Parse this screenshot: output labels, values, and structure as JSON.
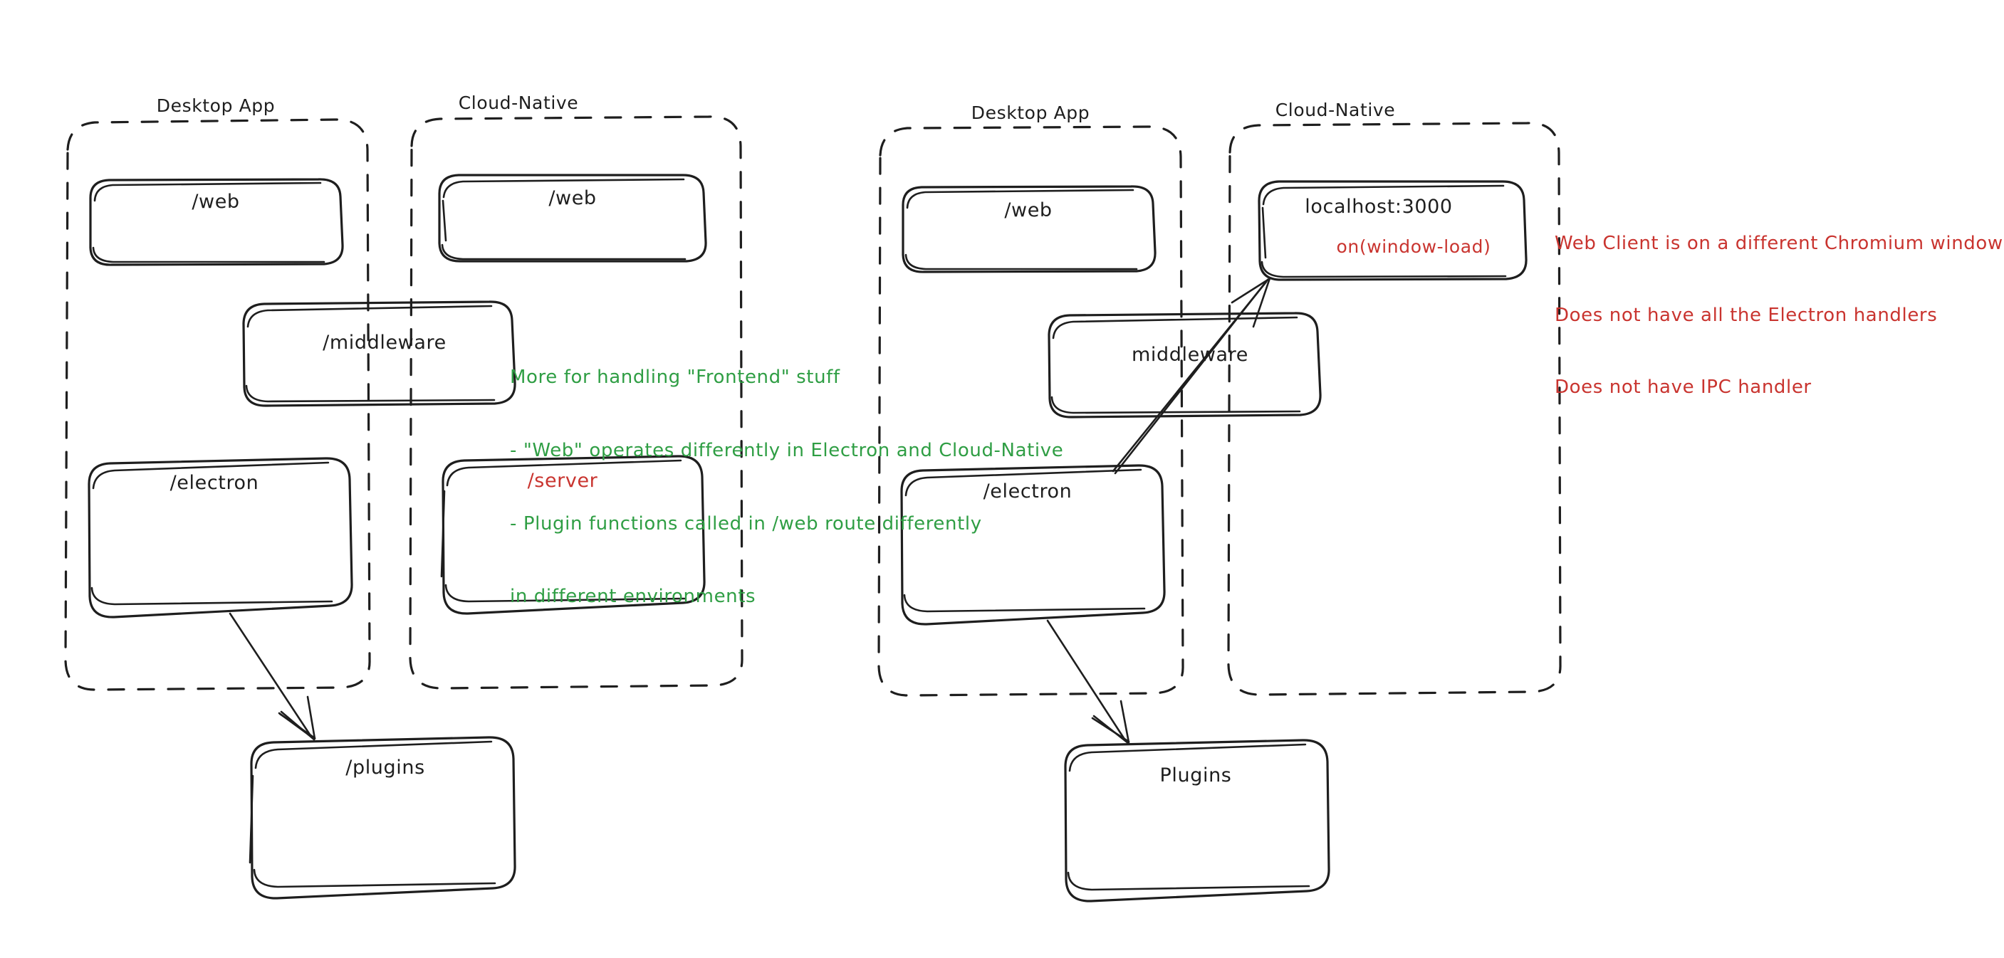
{
  "diagram": {
    "title": "Electron vs Cloud-Native architecture sketch",
    "style": "hand-drawn",
    "colors": {
      "stroke": "#1e1e1e",
      "green_note": "#2f9e44",
      "red_note": "#c9342f",
      "background": "#ffffff"
    }
  },
  "panels": [
    {
      "id": "left",
      "groups": [
        {
          "id": "left-desktop",
          "label": "Desktop App",
          "nodes": [
            {
              "id": "left-desktop-web",
              "label": "/web",
              "color": "stroke"
            },
            {
              "id": "left-desktop-electron",
              "label": "/electron",
              "color": "stroke"
            }
          ]
        },
        {
          "id": "left-cloud",
          "label": "Cloud-Native",
          "nodes": [
            {
              "id": "left-cloud-web",
              "label": "/web",
              "color": "stroke"
            },
            {
              "id": "left-cloud-server",
              "label": "/server",
              "color": "red"
            }
          ]
        }
      ],
      "shared_nodes": [
        {
          "id": "left-middleware",
          "label": "/middleware",
          "color": "stroke"
        }
      ],
      "outside_nodes": [
        {
          "id": "left-plugins",
          "label": "/plugins",
          "color": "stroke"
        }
      ],
      "arrows": [
        {
          "id": "left-electron-to-plugins",
          "from": "left-desktop-electron",
          "to": "left-plugins"
        }
      ]
    },
    {
      "id": "right",
      "groups": [
        {
          "id": "right-desktop",
          "label": "Desktop App",
          "nodes": [
            {
              "id": "right-desktop-web",
              "label": "/web",
              "color": "stroke"
            },
            {
              "id": "right-desktop-electron",
              "label": "/electron",
              "color": "stroke"
            }
          ]
        },
        {
          "id": "right-cloud",
          "label": "Cloud-Native",
          "nodes": [
            {
              "id": "right-cloud-localhost",
              "label": "localhost:3000",
              "sublabel": "on(window-load)",
              "sublabel_color": "red",
              "color": "stroke"
            }
          ]
        }
      ],
      "shared_nodes": [
        {
          "id": "right-middleware",
          "label": "middleware",
          "color": "stroke"
        }
      ],
      "outside_nodes": [
        {
          "id": "right-plugins",
          "label": "Plugins",
          "color": "stroke"
        }
      ],
      "arrows": [
        {
          "id": "right-electron-to-plugins",
          "from": "right-desktop-electron",
          "to": "right-plugins"
        },
        {
          "id": "right-electron-to-localhost",
          "from": "right-desktop-electron",
          "to": "right-cloud-localhost"
        }
      ]
    }
  ],
  "annotations": [
    {
      "id": "green-note",
      "color": "green",
      "lines": [
        "More for handling \"Frontend\" stuff",
        "- \"Web\" operates differently in Electron and Cloud-Native",
        "- Plugin functions called in /web route differently",
        "in different environments"
      ]
    },
    {
      "id": "red-note",
      "color": "red",
      "lines": [
        "Web Client is on a different Chromium window",
        "Does not have all the Electron handlers",
        "Does not have IPC handler"
      ]
    }
  ]
}
